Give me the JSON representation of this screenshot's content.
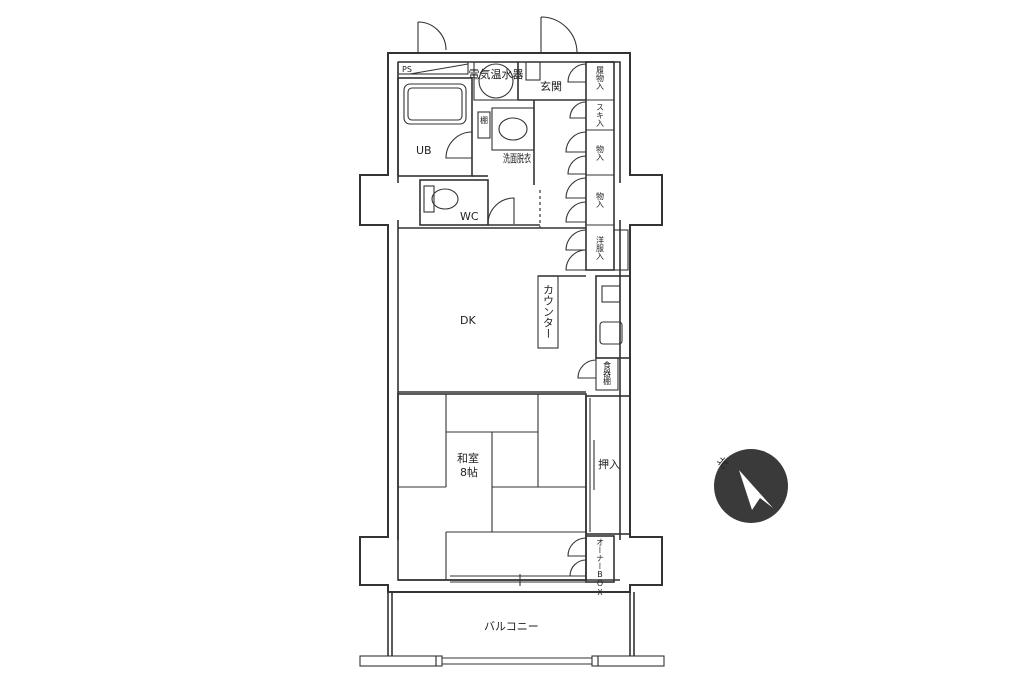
{
  "rooms": {
    "ps": "PS",
    "water_heater": "電気温水器",
    "entrance": "玄関",
    "shoe_storage": "履物入",
    "ub": "UB",
    "shelf": "棚",
    "washroom": "洗面脱衣",
    "wc": "WC",
    "closet_suki": "スキ入",
    "closet_1": "物入",
    "closet_2": "物入",
    "wardrobe": "洋服入",
    "dk": "DK",
    "counter": "カウンター",
    "cupboard": "食器棚",
    "washitsu_line1": "和室",
    "washitsu_line2": "8帖",
    "oshiire": "押入",
    "owner_box": "オーナーBOX",
    "balcony": "バルコニー",
    "north": "北"
  },
  "colors": {
    "line": "#333333",
    "compass_fill": "#3a3a3a",
    "background": "#ffffff"
  }
}
